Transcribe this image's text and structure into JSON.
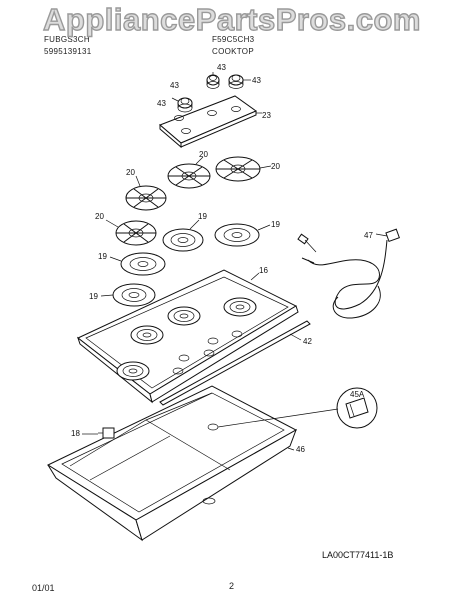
{
  "watermark": "AppliancePartsPros.com",
  "header": {
    "line1_left": "FUBGS3CH",
    "line1_right": "F59C5CH3",
    "line2_left": "5995139131",
    "section_title": "COOKTOP"
  },
  "callouts": {
    "p43a": "43",
    "p43b": "43",
    "p43c": "43",
    "p23": "23",
    "p20a": "20",
    "p20b": "20",
    "p20c": "20",
    "p20d": "20",
    "p19a": "19",
    "p19b": "19",
    "p19c": "19",
    "p19d": "19",
    "p16": "16",
    "p42": "42",
    "p47": "47",
    "p45a": "45A",
    "p18": "18",
    "p46": "46"
  },
  "diagram_code": "LA00CT77411-1B",
  "footer": {
    "date": "01/01",
    "page": "2"
  }
}
